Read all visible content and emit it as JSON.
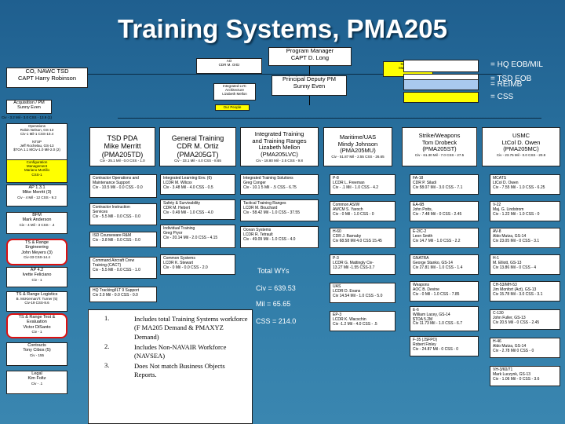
{
  "title": "Training Systems, PMA205",
  "top": {
    "program_manager": [
      "Program Manager",
      "CAPT D. Long"
    ],
    "ao": [
      "AO",
      "CDR M. Ortiz"
    ],
    "secretary": [
      "Secretary",
      "Mary Meyer"
    ],
    "co": [
      "CO, NAWC TSD",
      "CAPT Harry Robinson"
    ],
    "deputy": [
      "Principal Deputy PM",
      "Sunny Even"
    ],
    "integrated_lvc": [
      "Integrated LVC",
      "Architecture",
      "Lizabeth Mellon"
    ],
    "our_people": "Our People"
  },
  "legend": [
    {
      "label": "= HQ EOB/MIL",
      "color": "#ffffff"
    },
    {
      "label": "= TSD EOB",
      "color": "#ffffff"
    },
    {
      "label": "= REIMB",
      "color": "#a9c9ee"
    },
    {
      "label": "= CSS",
      "color": "#ffff00"
    }
  ],
  "left": {
    "acq_pm": [
      "Acquisition / PM",
      "Sunny Even",
      "Civ - 3.2 Mil - 3.0 CSS - 13.9 (1)"
    ],
    "operations": [
      "Operations",
      "Robin Nelson, GS-13",
      "Civ-1 Mil-1 CSS-10.4",
      "NTSP",
      "Jeff Rochelau, GS-13",
      "$TOA 1.1 MCiv-1.0 Mil-2.0 (2)",
      "Configuration",
      "Management",
      "Mariano Mortillo",
      "CSS-1"
    ],
    "ap": [
      "AP 1.3.1",
      "Mike Merritt (3)",
      "Civ - 4 Mil - 12 CSS - 9.2"
    ],
    "bfm": [
      "BFM",
      "Mark Anderson",
      "Civ - 4 Mil - 3 CSS - .4"
    ],
    "ts_range_eng": [
      "TS & Range",
      "Engineering",
      "John Meyers (3)",
      "Civ-33 CSS-14.4"
    ],
    "ap_fel": [
      "AP 4.2",
      "Ivette Feliciano",
      "Civ - 1"
    ],
    "ts_range_log": [
      "TS & Range Logistics",
      "B. McKiernan/T. Turner (5)",
      "Civ-19 CSS-8.6"
    ],
    "ts_range_te": [
      "TS & Range Test &",
      "Evaluation",
      "Victor DiSanto",
      "Civ - 1"
    ],
    "contracts": [
      "Contracts",
      "Tony Cibos (5)",
      "Civ - 155"
    ],
    "legal": [
      "Legal",
      "Kim Foltz",
      "Civ - .1"
    ]
  },
  "columns": [
    {
      "title": [
        "TSD PDA",
        "Mike Merritt",
        "(PMA205TD)"
      ],
      "stats": "Civ - 25.1 Mil - 0.0 CSS - 1.0"
    },
    {
      "title": [
        "General Training",
        "CDR M. Ortiz",
        "(PMA205GT)"
      ],
      "stats": "Civ - 33.1 Mil - 4.0 CSS - 8.65"
    },
    {
      "title": [
        "Integrated Training",
        "and Training Ranges",
        "Lizabeth Mellon",
        "(PMA205LVC)"
      ],
      "stats": "Civ - 18.80 Mil - 2.5 CSS - 9.8"
    },
    {
      "title": [
        "Maritime/UAS",
        "Mindy Johnson",
        "(PMA205MU)"
      ],
      "stats": "Civ - 51.87 Mil - 2.55 CSS - 26.65"
    },
    {
      "title": [
        "Strike/Weapons",
        "Tom Drobeck",
        "(PMA205ST)"
      ],
      "stats": "Civ - 61.30 Mil - 7.0 CSS - 27.5"
    },
    {
      "title": [
        "USMC",
        "LtCol D. Owen",
        "(PMA205MC)"
      ],
      "stats": "Civ - 23.75 Mil - 0.0 CSS - 20.8"
    }
  ],
  "col1": [
    [
      "Contractor Operations and",
      "Maintenance Support",
      "Civ - 10.5 Mil - 0.0 CSS - 0.0"
    ],
    [
      "Contractor Instruction",
      "Services",
      "Civ - 5.5 Mil - 0.0 CSS - 0.0"
    ],
    [
      "ISD Courseware R&M",
      "Civ - 3.8 Mil - 0.0 CSS - 0.0"
    ],
    [
      "Command Aircraft Crew",
      "Training (CACT)",
      "Civ - 5.5 Mil - 0.0 CSS - 1.0"
    ],
    [
      "HQ Tracking/ILT 9 Support",
      "Civ 2.0 Mil - 0.0 CSS - 0.0"
    ]
  ],
  "col2": [
    [
      "Integrated Learning Env. (6)",
      "LCDR M. Wilcox",
      "Civ - 3.48 Mil - 4.0 CSS - 0.5"
    ],
    [
      "Safety & Survivability",
      "CDR M. Hebert",
      "Civ - 0.49 Mil - 1.0 CSS - 4.0"
    ],
    [
      "Individual Training",
      "Greg Pryor",
      "Civ - 20.14 Mil - 2.0 CSS - 4.15"
    ],
    [
      "Common Systems",
      "LCDR K. Stewart",
      "Civ - 0 Mil - 0.0 CSS - 2.0"
    ]
  ],
  "col3": [
    [
      "Integrated Training Solutions",
      "Greg Conger",
      "Civ - 10.1 5 Mil - .5 CSS - 6.75"
    ],
    [
      "Tactical Training Ranges",
      "LCDR M. Bouchard",
      "Civ - 58.42 Mil - 1.0 CSS - 37.55"
    ],
    [
      "Ocean Systems",
      "LCDR R. Tetrault",
      "Civ - 49.09 Mil - 1.0 CSS - 4.0"
    ]
  ],
  "col4": [
    [
      "P-8",
      "LCDR L. Freeman",
      "Civ - .1 Mil - 1.0 CSS - 4.2"
    ],
    [
      "Common AS/W",
      "AWCM S. Yaroch",
      "Civ - 0 Mil - 1.0 CSS - 0"
    ],
    [
      "H-60",
      "CDR J. Barnaby",
      "Civ 68.58 Mil 4.0 CSS 15.45"
    ],
    [
      "P-3",
      "LCDR G. Mattingly  Civ-",
      "13.27 Mil -1.55 CSS-3.7"
    ],
    [
      "UAS",
      "LCDR D. Evans",
      "Civ 14.54 Mil - 1.0 CSS - 5.0"
    ],
    [
      "EP-3",
      "LCDR K. Wacschin",
      "Civ -1.2 Mil - 4.0 CSS - .5"
    ]
  ],
  "col5": [
    [
      "FA-18",
      "CDR P. Siladi",
      "Civ 58.07 Mil - 3.0 CSS - 7.1"
    ],
    [
      "EA-6B",
      "John Potts,",
      "Civ - 7.48 Mil - 0 CSS - 2.45"
    ],
    [
      "E-2/C-2",
      "Leon Smith",
      "Civ 14.7 Mil - 1.0 CSS - 2.2"
    ],
    [
      "GNATRA",
      "George Stanko, GS-14",
      "Civ 27.81 Mil - 1.0 CSS - 1.4"
    ],
    [
      "Weapons",
      "AOC B. Devine",
      "Civ - 0 Mil - 1.0 CSS - 7.85"
    ],
    [
      "E-6",
      "William Lacey, GS-14",
      "$TOA 5.2M",
      "Civ 11.73 Mil - 1.0 CSS - 6.7"
    ],
    [
      "F-35 (JSFPO)",
      "Robert Finley",
      "Civ - 24.87 Mil - 0 CSS - 0"
    ]
  ],
  "col6": [
    [
      "MCATS",
      "LtCol D. Owen",
      "Civ - 7.55 Mil - 1.0 CSS - 6.25"
    ],
    [
      "V-22",
      "Maj. G. Lindstrom",
      "Civ - 1.22 Mil - 1.0 CSS - 0"
    ],
    [
      "AV-8",
      "Aldo Mutza, GS-14",
      "Civ 23.05 Mil - 0 CSS - 3.1"
    ],
    [
      "H-1",
      "M. Elliott, GS-13",
      "Civ 13.86 Mil - 0 CSS - 4"
    ],
    [
      "CH-53/MH-53",
      "Jim Monfort (Act), GS-13",
      "Civ 15.78 Mil - 3.0 CSS - 3.1"
    ],
    [
      "C-130",
      "John Fuller, GS-13",
      "Civ 20.5 Mil - 0 CSS - 2.45"
    ],
    [
      "H-46",
      "Aldo Mutza, GS-14",
      "Civ - 2.78 Mil 0 CSS - 0"
    ],
    [
      "VH-3/60/71",
      "Mark Luczynk, GS-13",
      "Civ - 1.06 Mil - 0 CSS - 3.6"
    ]
  ],
  "totals": {
    "total_wys": "Total WYs",
    "civ": "Civ =  639.53",
    "mil": "Mil =   65.65",
    "css": "CSS = 214.0"
  },
  "notes": [
    {
      "num": "1.",
      "lines": [
        "Includes total Training Systems workforce",
        "(F          MA205 Demand & PMAXYZ",
        "Demand)"
      ]
    },
    {
      "num": "2.",
      "lines": [
        "Includes Non-NAVAIR Workforce",
        "(NAVSEA)"
      ]
    },
    {
      "num": "3.",
      "lines": [
        "Does Not match Business Objects",
        "Reports."
      ]
    }
  ]
}
